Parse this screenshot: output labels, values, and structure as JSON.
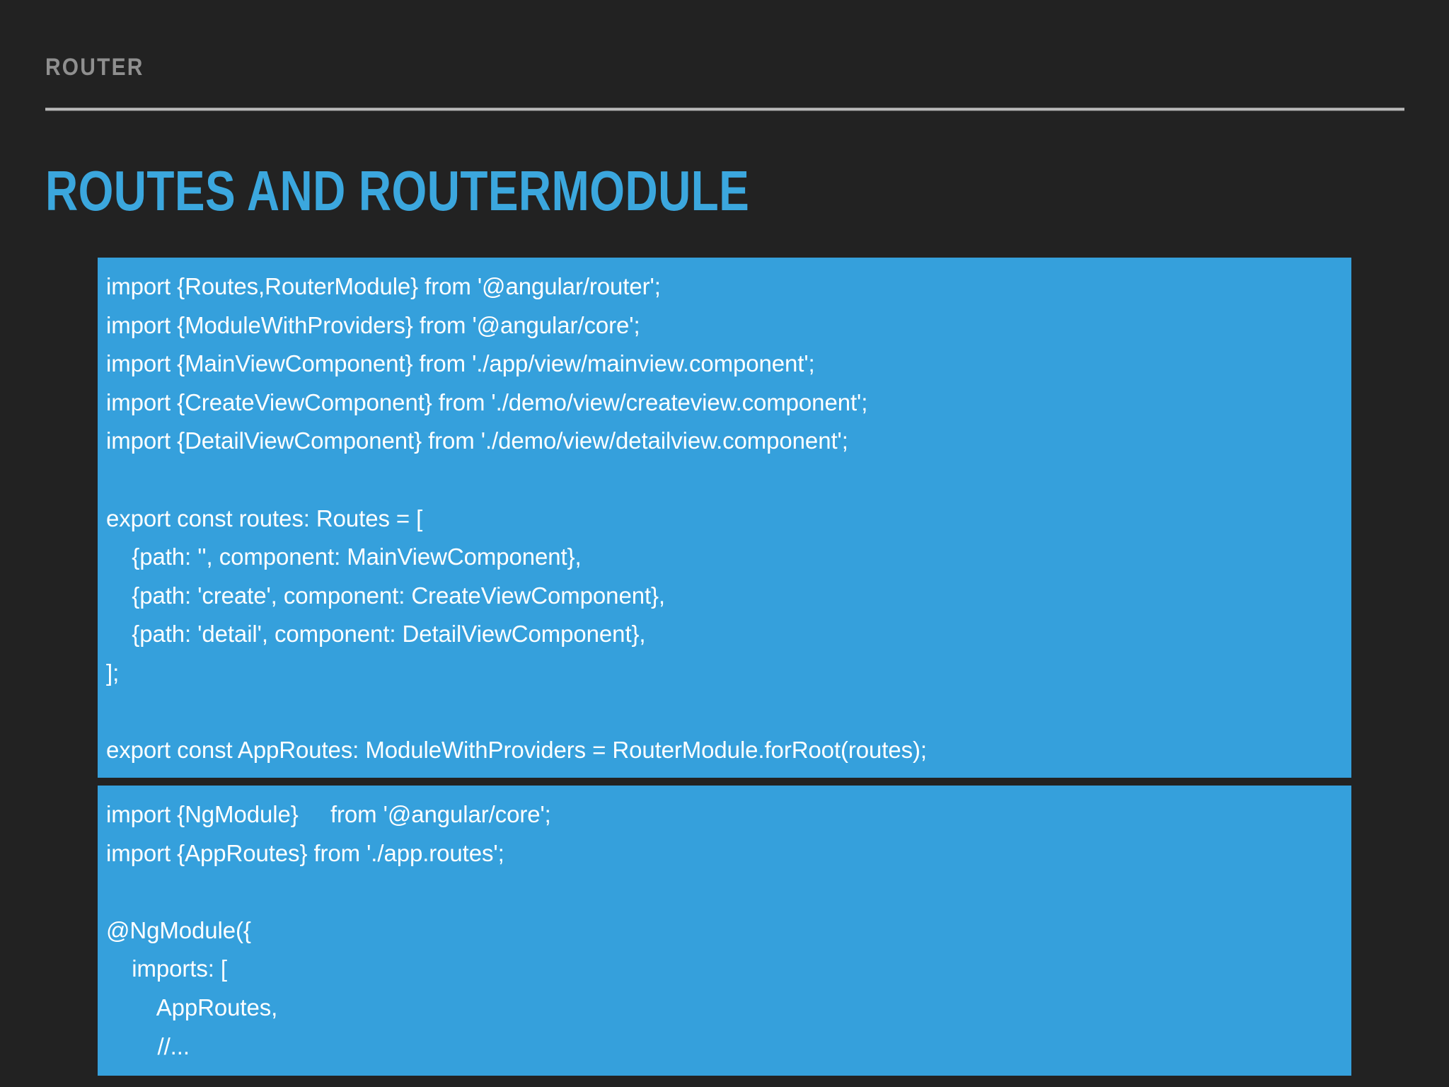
{
  "slide": {
    "background_color": "#222222",
    "eyebrow": "ROUTER",
    "eyebrow_color": "#8f8f8f",
    "title": "ROUTES AND ROUTERMODULE",
    "title_color": "#3ba7de",
    "rule_color": "#c9c9c9"
  },
  "code_blocks": [
    {
      "id": "routes-code-block",
      "background_color": "#35a0dc",
      "text_color": "#ffffff",
      "lines": [
        "import {Routes,RouterModule} from '@angular/router';",
        "import {ModuleWithProviders} from '@angular/core';",
        "import {MainViewComponent} from './app/view/mainview.component';",
        "import {CreateViewComponent} from './demo/view/createview.component';",
        "import {DetailViewComponent} from './demo/view/detailview.component';",
        "",
        "export const routes: Routes = [",
        "    {path: '', component: MainViewComponent},",
        "    {path: 'create', component: CreateViewComponent},",
        "    {path: 'detail', component: DetailViewComponent},",
        "];",
        "",
        "export const AppRoutes: ModuleWithProviders = RouterModule.forRoot(routes);"
      ]
    },
    {
      "id": "ngmodule-code-block",
      "background_color": "#35a0dc",
      "text_color": "#ffffff",
      "lines": [
        "import {NgModule}     from '@angular/core';",
        "import {AppRoutes} from './app.routes';",
        "",
        "@NgModule({",
        "    imports: [",
        "        AppRoutes,",
        "        //..."
      ]
    }
  ]
}
